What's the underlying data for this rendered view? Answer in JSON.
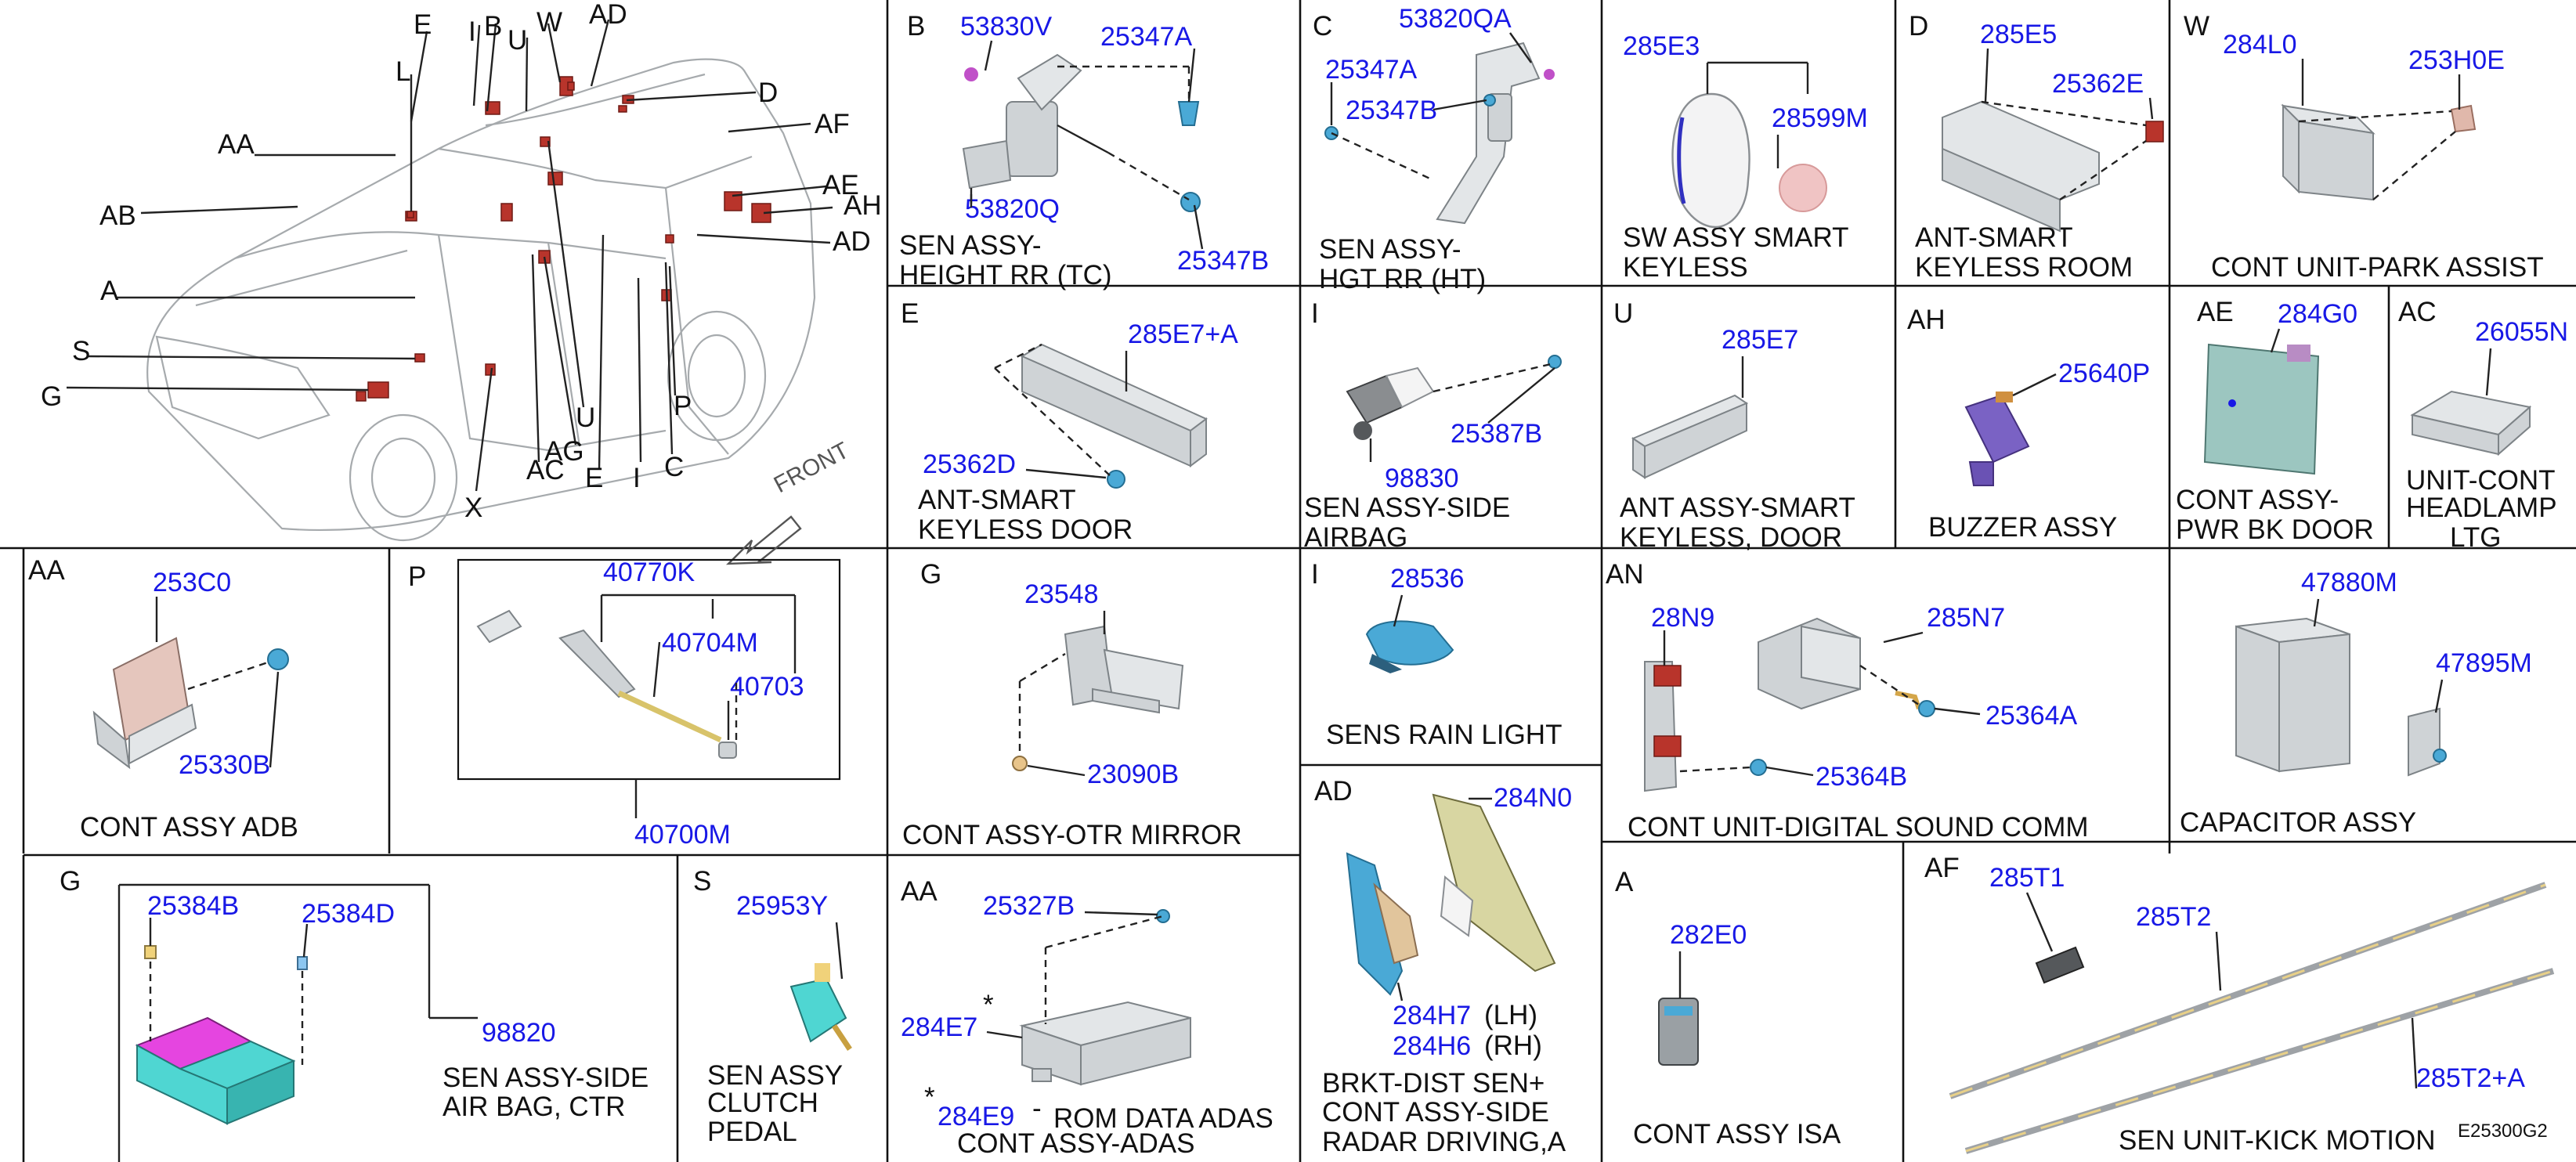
{
  "diagram_code": "E25300G2",
  "car": {
    "labels": [
      "E",
      "I",
      "L",
      "U",
      "B",
      "W",
      "AD",
      "D",
      "AF",
      "AA",
      "AE",
      "AH",
      "AB",
      "AD",
      "A",
      "S",
      "G",
      "U",
      "AG",
      "AC",
      "E",
      "I",
      "C",
      "P",
      "X"
    ],
    "front_text": "FRONT",
    "parts_marked_red": 19
  },
  "panels": [
    {
      "letter": "B",
      "caption": [
        "SEN ASSY-",
        "HEIGHT RR (TC)"
      ],
      "parts": [
        "53830V",
        "25347A",
        "53820Q",
        "25347B"
      ]
    },
    {
      "letter": "C",
      "caption": [
        "SEN ASSY-",
        "HGT RR (HT)"
      ],
      "parts": [
        "53820QA",
        "25347A",
        "25347B"
      ]
    },
    {
      "letter": "",
      "caption": [
        "SW ASSY SMART",
        "KEYLESS"
      ],
      "parts": [
        "285E3",
        "28599M"
      ]
    },
    {
      "letter": "D",
      "caption": [
        "ANT-SMART",
        "KEYLESS ROOM"
      ],
      "parts": [
        "285E5",
        "25362E"
      ]
    },
    {
      "letter": "W",
      "caption": [
        "CONT UNIT-PARK ASSIST"
      ],
      "parts": [
        "284L0",
        "253H0E"
      ]
    },
    {
      "letter": "E",
      "caption": [
        "ANT-SMART",
        "KEYLESS DOOR"
      ],
      "parts": [
        "285E7+A",
        "25362D"
      ]
    },
    {
      "letter": "I",
      "caption": [
        "SEN ASSY-SIDE",
        "AIRBAG"
      ],
      "parts": [
        "25387B",
        "98830"
      ]
    },
    {
      "letter": "U",
      "caption": [
        "ANT ASSY-SMART",
        "KEYLESS, DOOR"
      ],
      "parts": [
        "285E7"
      ]
    },
    {
      "letter": "AH",
      "caption": [
        "BUZZER ASSY"
      ],
      "parts": [
        "25640P"
      ]
    },
    {
      "letter": "AE",
      "caption": [
        "CONT ASSY-",
        "PWR BK DOOR"
      ],
      "parts": [
        "284G0"
      ]
    },
    {
      "letter": "AC",
      "caption": [
        "UNIT-CONT",
        "HEADLAMP",
        "LTG"
      ],
      "parts": [
        "26055N"
      ]
    },
    {
      "letter": "AA",
      "caption": [
        "CONT ASSY ADB"
      ],
      "parts": [
        "253C0",
        "25330B"
      ]
    },
    {
      "letter": "P",
      "caption": [],
      "parts": [
        "40770K",
        "40704M",
        "40703",
        "40700M"
      ]
    },
    {
      "letter": "G",
      "caption": [
        "CONT ASSY-OTR MIRROR"
      ],
      "parts": [
        "23548",
        "23090B"
      ]
    },
    {
      "letter": "I",
      "caption": [
        "SENS RAIN LIGHT"
      ],
      "parts": [
        "28536"
      ]
    },
    {
      "letter": "AN",
      "caption": [
        "CONT UNIT-DIGITAL SOUND COMM"
      ],
      "parts": [
        "28N9",
        "285N7",
        "25364A",
        "25364B"
      ]
    },
    {
      "letter": "",
      "caption": [
        "CAPACITOR ASSY"
      ],
      "parts": [
        "47880M",
        "47895M"
      ]
    },
    {
      "letter": "G",
      "caption": [
        "SEN ASSY-SIDE",
        "AIR BAG, CTR"
      ],
      "parts": [
        "25384B",
        "25384D",
        "98820"
      ]
    },
    {
      "letter": "S",
      "caption": [
        "SEN ASSY",
        "CLUTCH",
        "PEDAL"
      ],
      "parts": [
        "25953Y"
      ]
    },
    {
      "letter": "AA",
      "caption": [
        "ROM DATA ADAS",
        "CONT ASSY-ADAS"
      ],
      "parts": [
        "25327B",
        "284E7",
        "284E9"
      ],
      "marks": [
        "*",
        "*",
        "-"
      ]
    },
    {
      "letter": "AD",
      "caption": [
        "BRKT-DIST SEN+",
        "CONT ASSY-SIDE",
        "RADAR DRIVING,A"
      ],
      "parts": [
        "284N0",
        "284H7",
        "284H6"
      ],
      "sides": [
        "(LH)",
        "(RH)"
      ]
    },
    {
      "letter": "A",
      "caption": [
        "CONT ASSY ISA"
      ],
      "parts": [
        "282E0"
      ]
    },
    {
      "letter": "AF",
      "caption": [
        "SEN UNIT-KICK MOTION"
      ],
      "parts": [
        "285T1",
        "285T2",
        "285T2+A"
      ]
    }
  ]
}
